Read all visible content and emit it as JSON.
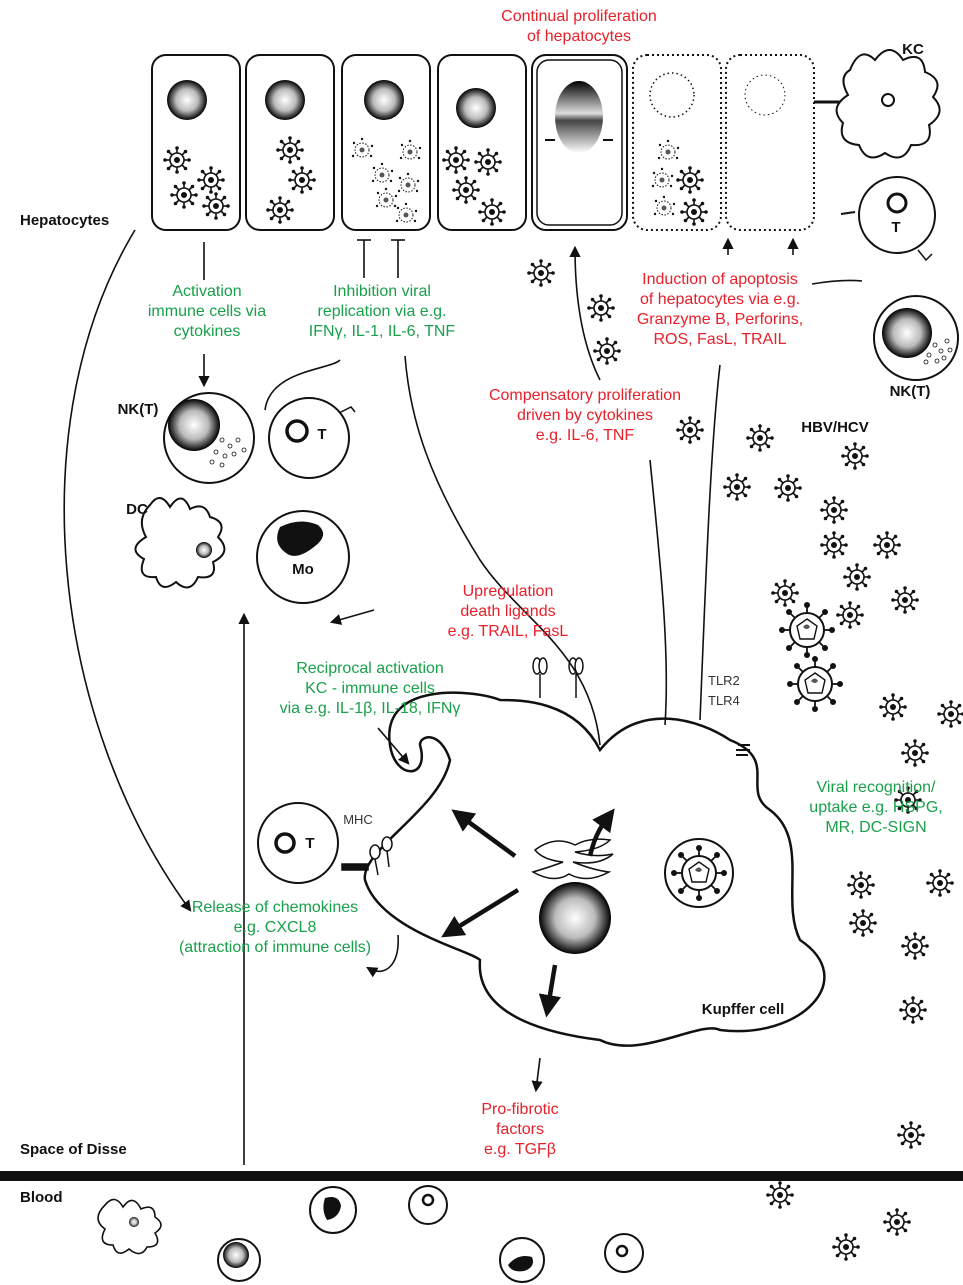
{
  "colors": {
    "red": "#e8202a",
    "green": "#19a04b",
    "black": "#111111"
  },
  "labels": {
    "continual_proliferation": "Continual proliferation\nof hepatocytes",
    "kc_top": "KC",
    "hepatocytes": "Hepatocytes",
    "activation": "Activation\nimmune cells via\ncytokines",
    "inhibition": "Inhibition viral\nreplication via e.g.\nIFNγ, IL-1, IL-6, TNF",
    "induction": "Induction of apoptosis\nof hepatocytes via e.g.\nGranzyme B, Perforins,\nROS, FasL, TRAIL",
    "compensatory": "Compensatory proliferation\ndriven by cytokines\ne.g. IL-6, TNF",
    "nkt_right": "NK(T)",
    "hbv_hcv": "HBV/HCV",
    "nkt_left": "NK(T)",
    "t_cell": "T",
    "dc": "DC",
    "mo": "Mo",
    "t_right": "T",
    "upregulation": "Upregulation\ndeath ligands\ne.g. TRAIL, FasL",
    "reciprocal": "Reciprocal activation\nKC - immune cells\nvia e.g. IL-1β, IL-18, IFNγ",
    "tlr": "TLR2\nTLR4",
    "viral_recognition": "Viral recognition/\nuptake e.g. HSPG,\nMR, DC-SIGN",
    "mhc": "MHC",
    "t_mhc": "T",
    "release": "Release of chemokines\ne.g. CXCL8\n(attraction of immune cells)",
    "kupffer": "Kupffer cell",
    "profibrotic": "Pro-fibrotic\nfactors\ne.g. TGFβ",
    "space_disse": "Space of Disse",
    "blood": "Blood"
  }
}
